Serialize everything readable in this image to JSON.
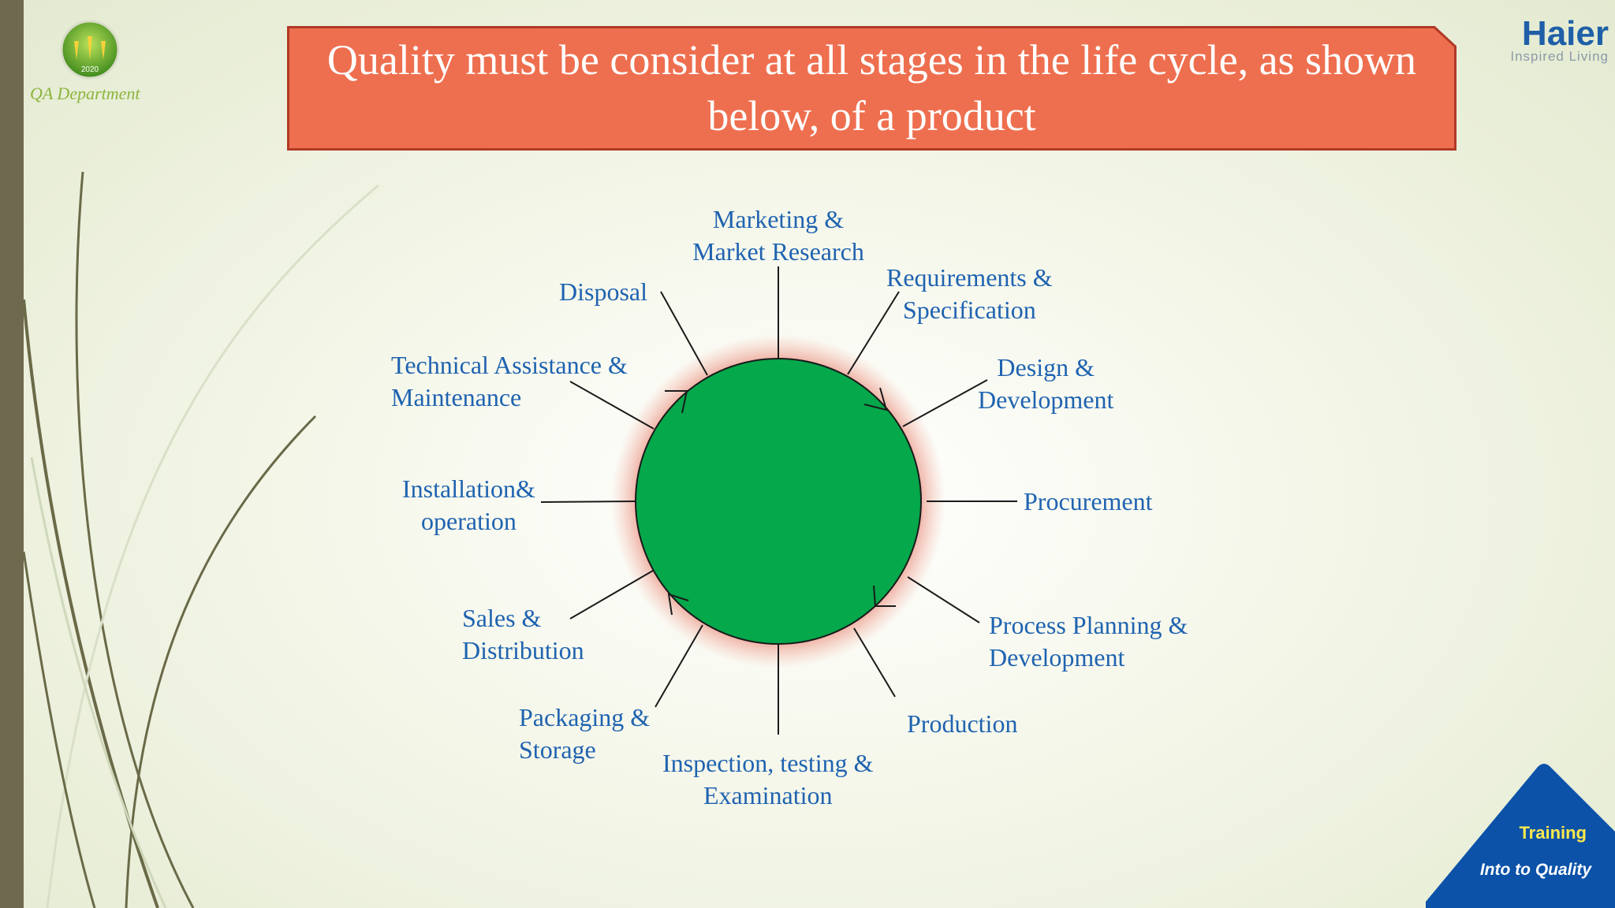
{
  "header": {
    "department": "QA Department",
    "logo_year": "2020",
    "title": "Quality must be consider at all stages in the life cycle, as shown below, of a product",
    "brand_name": "Haier",
    "brand_tagline": "Inspired Living"
  },
  "cycle": {
    "stages": [
      {
        "line1": "Marketing &",
        "line2": "Market Research"
      },
      {
        "line1": "Requirements &",
        "line2": "Specification"
      },
      {
        "line1": "Design &",
        "line2": "Development"
      },
      {
        "line1": "Procurement",
        "line2": ""
      },
      {
        "line1": "Process Planning &",
        "line2": "Development"
      },
      {
        "line1": "Production",
        "line2": ""
      },
      {
        "line1": "Inspection, testing &",
        "line2": "Examination"
      },
      {
        "line1": "Packaging &",
        "line2": "Storage"
      },
      {
        "line1": "Sales &",
        "line2": "Distribution"
      },
      {
        "line1": "Installation&",
        "line2": "operation"
      },
      {
        "line1": "Technical Assistance &",
        "line2": "Maintenance"
      },
      {
        "line1": "Disposal",
        "line2": ""
      }
    ]
  },
  "footer": {
    "badge_top": "Training",
    "badge_bottom": "Into to Quality"
  },
  "colors": {
    "title_fill": "#ee6f4f",
    "circle_fill": "#05a84a",
    "label_text": "#1f63b0",
    "sidebar": "#6f6a4f",
    "badge_fill": "#0b52a8"
  }
}
